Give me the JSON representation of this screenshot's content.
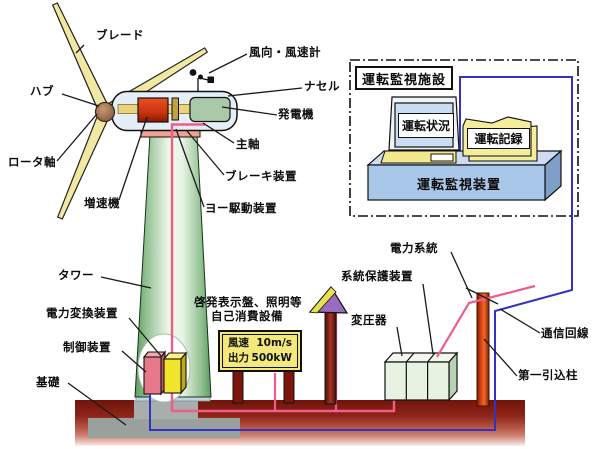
{
  "turbine": {
    "blade": "ブレード",
    "anemometer": "風向・風速計",
    "hub": "ハブ",
    "nacelle": "ナセル",
    "generator": "発電機",
    "main_shaft": "主軸",
    "rotor_shaft": "ロータ軸",
    "brake": "ブレーキ装置",
    "gearbox": "増速機",
    "yaw_drive": "ヨー駆動装置",
    "tower": "タワー",
    "power_converter": "電力変換装置",
    "controller": "制御装置",
    "foundation": "基礎"
  },
  "monitoring": {
    "facility": "運転監視施設",
    "status": "運転状況",
    "record": "運転記録",
    "device": "運転監視装置"
  },
  "site": {
    "self_consumption_line1": "啓発表示盤、照明等",
    "self_consumption_line2": "自己消費設備",
    "grid_protection": "系統保護装置",
    "power_grid": "電力系統",
    "transformer": "変圧器",
    "comm_line": "通信回線",
    "first_pole": "第一引込柱"
  },
  "sign": {
    "rows": [
      {
        "label": "風速",
        "value": "10m/s"
      },
      {
        "label": "出力",
        "value": "500kW"
      }
    ]
  },
  "colors": {
    "power_line": "#f25c8a",
    "comm_line": "#3232c4",
    "blade_fill": "#f1e9a2",
    "paper_yellow": "#f4ed9c",
    "monitor_box_blue": "#a9c7e8",
    "lamp_purple": "#9a6cc0",
    "pole_red": "#e64818",
    "sign_yellow": "#f2e87c",
    "ground_dark": "#70140b"
  }
}
